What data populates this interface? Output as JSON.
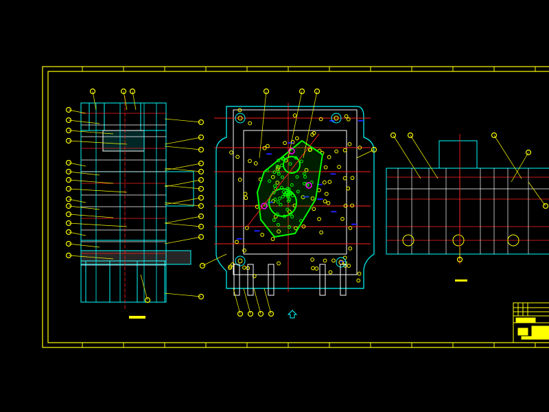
{
  "drawing": {
    "background": "#000000",
    "colors": {
      "frame": "#ffff00",
      "outline": "#00ffff",
      "detail": "#ffffff",
      "centerline": "#ff2020",
      "cavity": "#00ff00",
      "bolt": "#2020ff",
      "accent": "#ff00ff",
      "balloon": "#ffff00"
    },
    "views": [
      "side-section",
      "plan-view",
      "front-section"
    ]
  }
}
